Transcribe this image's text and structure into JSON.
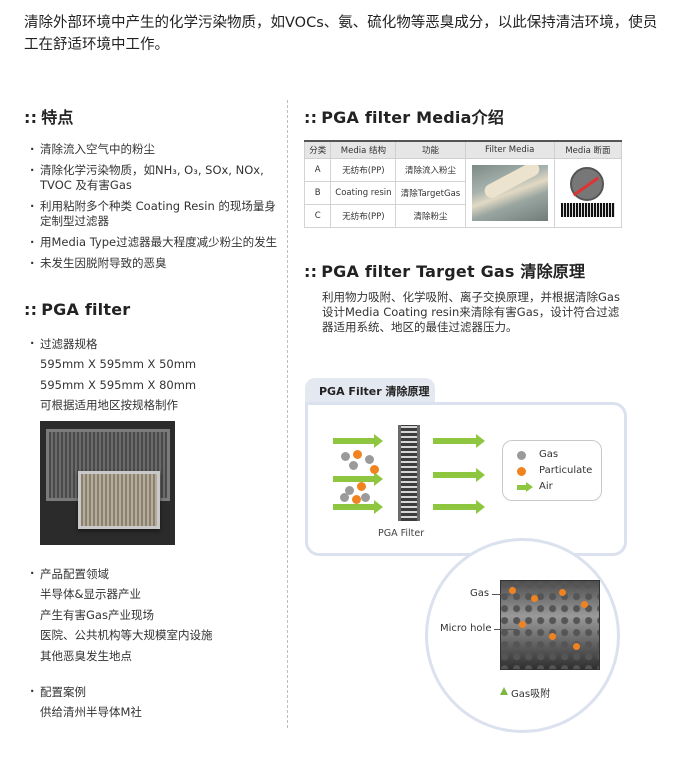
{
  "intro": {
    "line1": "清除外部环境中产生的化学污染物质，如VOCs、氨、硫化物等恶臭成分，以此保持清洁环境，使员",
    "line2": "工在舒适环境中工作。"
  },
  "features": {
    "mark": "::",
    "title": "特点",
    "items": [
      "清除流入空气中的粉尘",
      "清除化学污染物质，如NH₃, O₃, SOx, NOx, TVOC 及有害Gas",
      "利用粘附多个种类 Coating Resin 的现场量身定制型过滤器",
      "用Media Type过滤器最大程度减少粉尘的发生",
      "未发生因脱附导致的恶臭"
    ]
  },
  "pga": {
    "mark": "::",
    "title": "PGA filter",
    "spec_head": "过滤器规格",
    "specs": [
      "595mm X 595mm X 50mm",
      "595mm X 595mm X 80mm",
      "可根据适用地区按规格制作"
    ],
    "fields_head": "产品配置领域",
    "fields": [
      "半导体&显示器产业",
      "产生有害Gas产业现场",
      "医院、公共机构等大规模室内设施",
      "其他恶臭发生地点"
    ],
    "cases_head": "配置案例",
    "cases": [
      "供给清州半导体M社"
    ]
  },
  "media": {
    "mark": "::",
    "title": "PGA filter Media介绍",
    "headers": [
      "分类",
      "Media 结构",
      "功能",
      "Filter Media",
      "Media 断面"
    ],
    "rows": [
      [
        "A",
        "无纺布(PP)",
        "清除流入粉尘"
      ],
      [
        "B",
        "Coating resin",
        "清除TargetGas"
      ],
      [
        "C",
        "无纺布(PP)",
        "清除粉尘"
      ]
    ]
  },
  "principle": {
    "mark": "::",
    "title": "PGA filter Target Gas 清除原理",
    "description": "利用物力吸附、化学吸附、离子交换原理，并根据清除Gas设计Media Coating resin来清除有害Gas，设计符合过滤器适用系统、地区的最佳过滤器压力。",
    "tab_label": "PGA Filter 清除原理",
    "filter_label": "PGA Filter",
    "legend": [
      "Gas",
      "Particulate",
      "Air"
    ],
    "zoom_labels": {
      "gas": "Gas",
      "hole": "Micro hole",
      "adsorb": "Gas吸附"
    },
    "colors": {
      "air": "#8fc63f",
      "gas": "#9a9a9a",
      "particulate": "#f0831f"
    }
  }
}
